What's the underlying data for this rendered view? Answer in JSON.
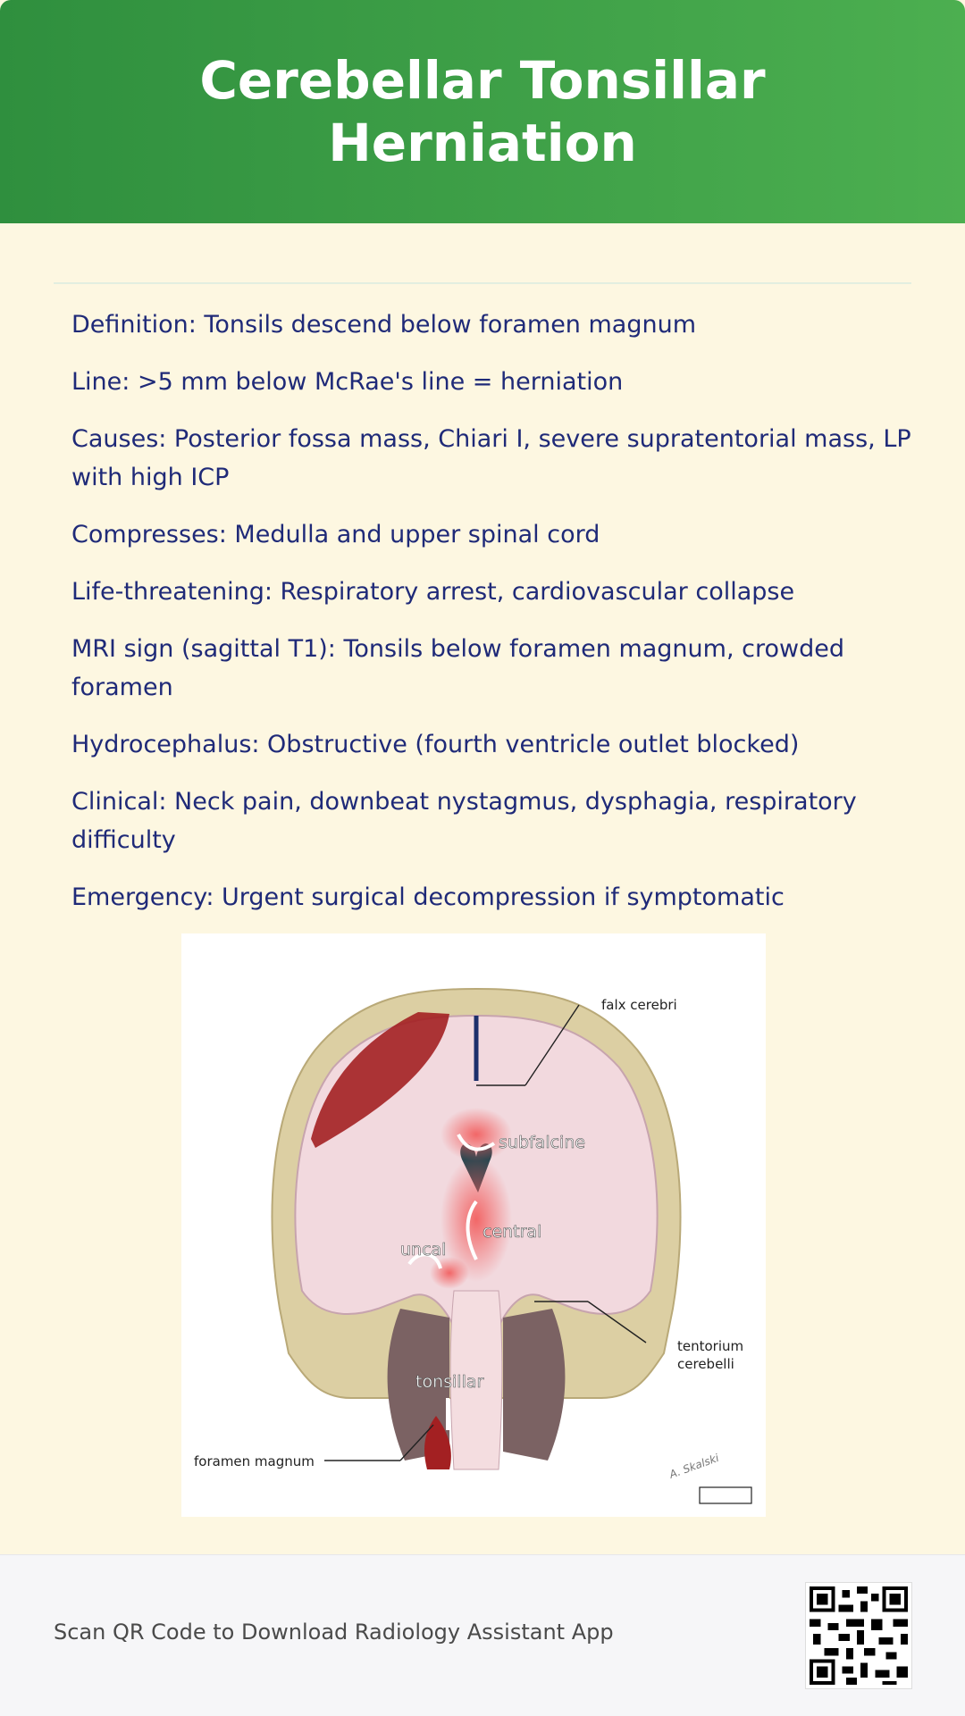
{
  "header": {
    "title": "Cerebellar Tonsillar Herniation"
  },
  "facts": [
    "Definition: Tonsils descend below foramen magnum",
    "Line: >5 mm below McRae's line = herniation",
    "Causes: Posterior fossa mass, Chiari I, severe supratentorial mass, LP with high ICP",
    "Compresses: Medulla and upper spinal cord",
    "Life-threatening: Respiratory arrest, cardiovascular collapse",
    "MRI sign (sagittal T1): Tonsils below foramen magnum, crowded foramen",
    "Hydrocephalus: Obstructive (fourth ventricle outlet blocked)",
    "Clinical: Neck pain, downbeat nystagmus, dysphagia, respiratory difficulty",
    "Emergency: Urgent surgical decompression if symptomatic"
  ],
  "figure": {
    "labels": {
      "falx": "falx cerebri",
      "subfalcine": "subfalcine",
      "central": "central",
      "uncal": "uncal",
      "tentorium_1": "tentorium",
      "tentorium_2": "cerebelli",
      "tonsillar": "tonsillar",
      "foramen": "foramen magnum"
    },
    "signature": "A. Skalski"
  },
  "footer": {
    "text": "Scan QR Code to Download Radiology Assistant App"
  },
  "colors": {
    "header_start": "#2f8f3e",
    "header_end": "#4caf50",
    "background": "#fdf7e1",
    "text": "#1f2a78",
    "footer_bg": "#f6f6f8"
  }
}
